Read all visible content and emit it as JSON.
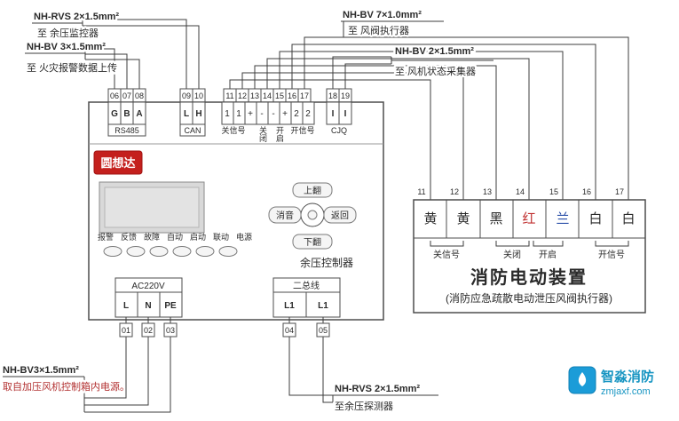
{
  "cable_labels": {
    "tl1": {
      "spec": "NH-RVS 2×1.5mm²",
      "dest": "至 余压监控器"
    },
    "tl2": {
      "spec": "NH-BV 3×1.5mm²",
      "dest": "至 火灾报警数据上传"
    },
    "tr1": {
      "spec": "NH-BV 7×1.0mm²",
      "dest": "至 风阀执行器"
    },
    "tr2": {
      "spec": "NH-BV 2×1.5mm²",
      "dest": "至 风机状态采集器"
    },
    "bl": {
      "spec": "NH-BV3×1.5mm²",
      "dest": "取自加压风机控制箱内电源。"
    },
    "br": {
      "spec": "NH-RVS 2×1.5mm²",
      "dest": "至余压探测器"
    }
  },
  "controller": {
    "brand": "圆想达",
    "device_name": "余压控制器",
    "top_terminal_numbers": [
      "06",
      "07",
      "08",
      "09",
      "10",
      "11",
      "12",
      "13",
      "14",
      "15",
      "16",
      "17",
      "18",
      "19"
    ],
    "rs485": {
      "cells": [
        "G",
        "B",
        "A"
      ],
      "label": "RS485"
    },
    "can": {
      "cells": [
        "L",
        "H"
      ],
      "label": "CAN"
    },
    "io": {
      "cells": [
        "1",
        "1",
        "+",
        "-",
        "-",
        "+",
        "2",
        "2"
      ],
      "labels": {
        "close_signal": "关信号",
        "close": "关闭",
        "open": "开启",
        "open_signal": "开信号"
      }
    },
    "collector": {
      "cells": [
        "I",
        "I"
      ],
      "label": "CJQ"
    },
    "indicators": [
      "报警",
      "反馈",
      "故障",
      "自动",
      "启动",
      "联动",
      "电源"
    ],
    "nav_buttons": {
      "up": "上翻",
      "mute": "消音",
      "back": "返回",
      "down": "下翻"
    },
    "power_block": {
      "title": "AC220V",
      "cells": [
        "L",
        "N",
        "PE"
      ],
      "numbers": [
        "01",
        "02",
        "03"
      ]
    },
    "bus_block": {
      "title": "二总线",
      "cells": [
        "L1",
        "L1"
      ],
      "numbers": [
        "04",
        "05"
      ]
    }
  },
  "actuator": {
    "terminal_numbers": [
      "11",
      "12",
      "13",
      "14",
      "15",
      "16",
      "17"
    ],
    "wire_colors": [
      "黄",
      "黄",
      "黑",
      "红",
      "兰",
      "白",
      "白"
    ],
    "group_labels": [
      "关信号",
      "关闭",
      "开启",
      "开信号"
    ],
    "title": "消防电动装置",
    "subtitle": "(消防应急疏散电动泄压风阀执行器)"
  },
  "watermark": {
    "brand": "智淼消防",
    "site": "zmjaxf.com"
  },
  "colors": {
    "logo_red": "#c4201d",
    "watermark_teal": "#1795c2",
    "note_red": "#b23030",
    "wire_char_red": "#c03030",
    "wire_char_blue": "#2a4fa8"
  }
}
